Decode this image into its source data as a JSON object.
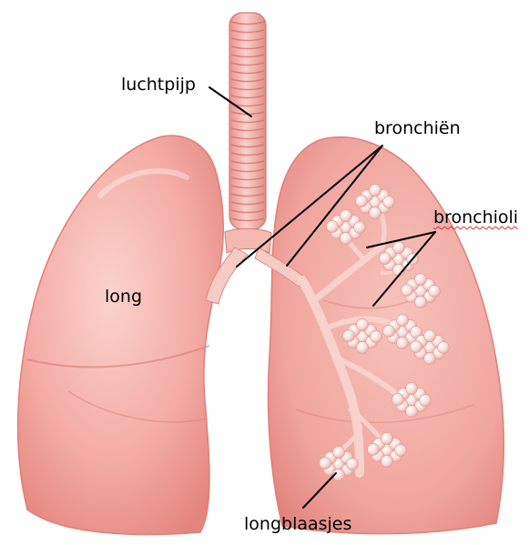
{
  "labels": {
    "trachea": "luchtpijp",
    "bronchi": "bronchiën",
    "bronchioles": "bronchioli",
    "lung": "long",
    "alveoli": "longblaasjes"
  },
  "colors": {
    "lung_fill": "#f2a8a2",
    "lung_edge": "#e07f78",
    "lung_highlight": "#fbd6d1",
    "airway": "#f6c8c2",
    "alveoli": "#f9dcd8",
    "leader_line": "#000000",
    "spellcheck_underline": "#d03030"
  }
}
